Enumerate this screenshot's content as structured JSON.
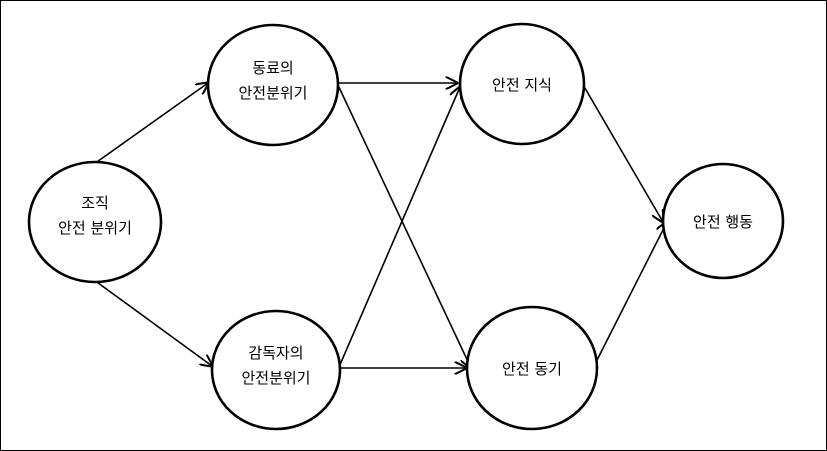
{
  "nodes": {
    "org_climate": {
      "line1": "조직",
      "line2": "안전 분위기"
    },
    "coworker_climate": {
      "line1": "동료의",
      "line2": "안전분위기"
    },
    "supervisor_climate": {
      "line1": "감독자의",
      "line2": "안전분위기"
    },
    "safety_knowledge": {
      "line1": "안전 지식"
    },
    "safety_motivation": {
      "line1": "안전 동기"
    },
    "safety_behavior": {
      "line1": "안전 행동"
    }
  },
  "colors": {
    "stroke": "#000000",
    "fill": "#ffffff"
  }
}
